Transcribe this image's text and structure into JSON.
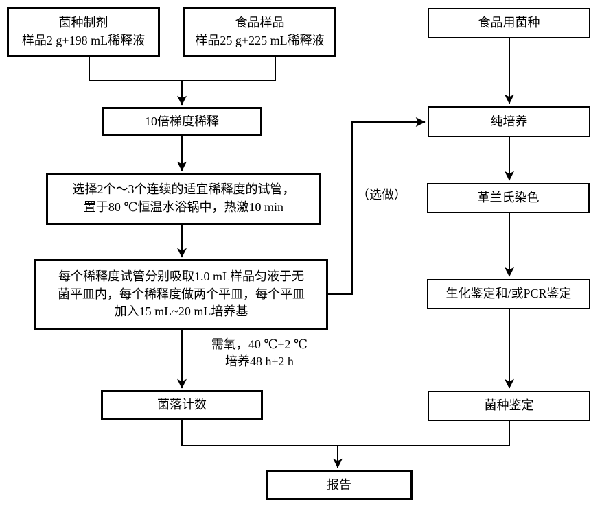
{
  "diagram": {
    "type": "flowchart",
    "background_color": "#ffffff",
    "line_color": "#000000",
    "text_color": "#000000",
    "nodes": {
      "starter_prep": {
        "lines": [
          "菌种制剂",
          "样品2 g+198 mL稀释液"
        ]
      },
      "food_sample": {
        "lines": [
          "食品样品",
          "样品25 g+225 mL稀释液"
        ]
      },
      "food_culture": {
        "lines": [
          "食品用菌种"
        ]
      },
      "tenfold_dilution": {
        "lines": [
          "10倍梯度稀释"
        ]
      },
      "pure_culture": {
        "lines": [
          "纯培养"
        ]
      },
      "select_tubes": {
        "lines": [
          "选择2个～3个连续的适宜稀释度的试管，",
          "置于80 ℃恒温水浴锅中，热激10 min"
        ]
      },
      "gram_stain": {
        "lines": [
          "革兰氏染色"
        ]
      },
      "plating": {
        "lines": [
          "每个稀释度试管分别吸取1.0 mL样品匀液于无",
          "菌平皿内，每个稀释度做两个平皿，每个平皿",
          "加入15 mL~20 mL培养基"
        ]
      },
      "biochem_pcr": {
        "lines": [
          "生化鉴定和/或PCR鉴定"
        ]
      },
      "colony_count": {
        "lines": [
          "菌落计数"
        ]
      },
      "strain_id": {
        "lines": [
          "菌种鉴定"
        ]
      },
      "report": {
        "lines": [
          "报告"
        ]
      }
    },
    "annotations": {
      "optional": "（选做）",
      "incubation_line1": "需氧，40 ℃±2 ℃",
      "incubation_line2": "培养48 h±2 h"
    }
  }
}
